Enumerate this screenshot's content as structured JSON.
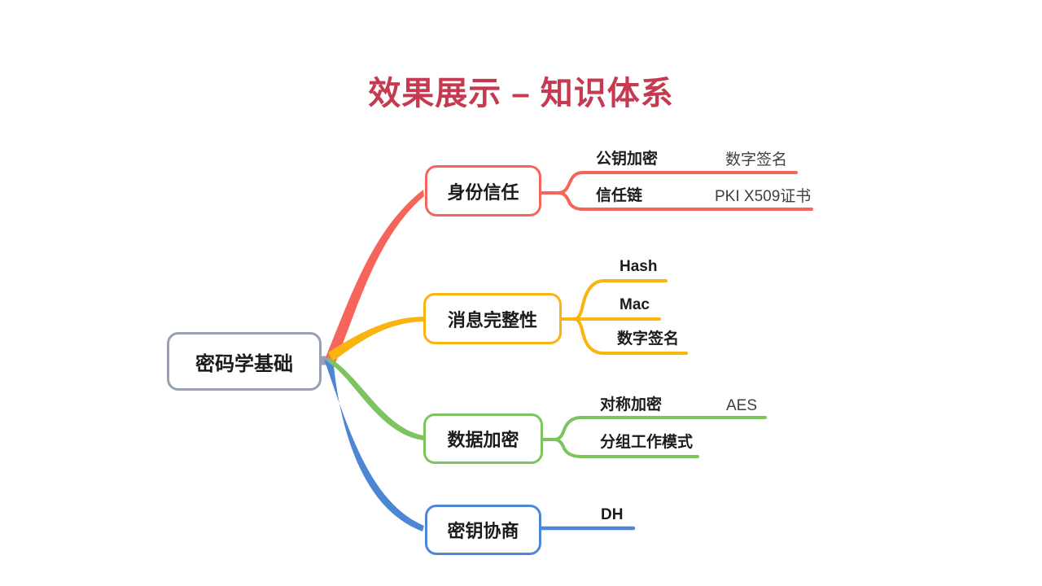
{
  "title": {
    "text": "效果展示 – 知识体系",
    "color": "#c53a50"
  },
  "mindmap": {
    "root": {
      "label": "密码学基础",
      "border_color": "#98a1b2"
    },
    "branches": [
      {
        "label": "身份信任",
        "color": "#f5655c",
        "children": [
          {
            "label": "公钥加密",
            "child": "数字签名"
          },
          {
            "label": "信任链",
            "child": "PKI X509证书"
          }
        ]
      },
      {
        "label": "消息完整性",
        "color": "#f9b410",
        "children": [
          {
            "label": "Hash"
          },
          {
            "label": "Mac"
          },
          {
            "label": "数字签名"
          }
        ]
      },
      {
        "label": "数据加密",
        "color": "#7dc45f",
        "children": [
          {
            "label": "对称加密",
            "child": "AES"
          },
          {
            "label": "分组工作模式"
          }
        ]
      },
      {
        "label": "密钥协商",
        "color": "#4e86d6",
        "children": [
          {
            "label": "DH"
          }
        ]
      }
    ]
  }
}
